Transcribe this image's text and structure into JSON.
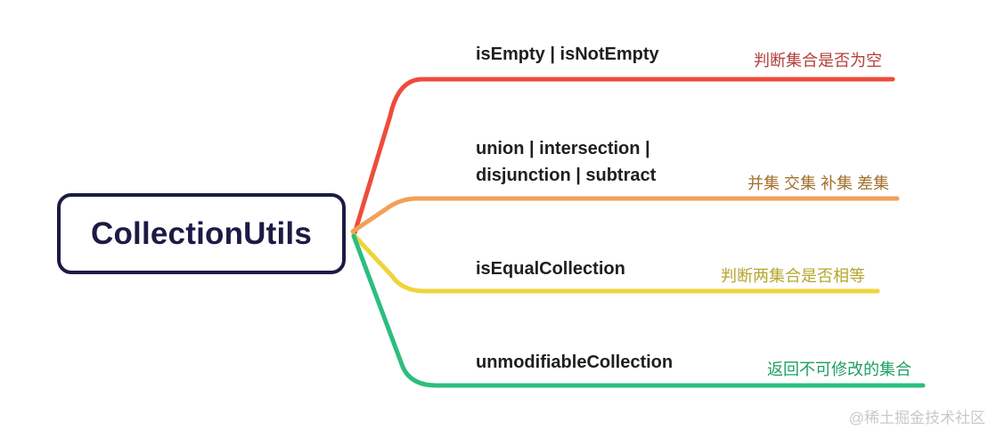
{
  "page": {
    "background_color": "#ffffff",
    "watermark": "@稀土掘金技术社区",
    "watermark_color": "#c9c9c9"
  },
  "root": {
    "label": "CollectionUtils",
    "border_color": "#1b1b45",
    "text_color": "#1b1b45"
  },
  "branches": [
    {
      "id": "is-empty",
      "label": "isEmpty | isNotEmpty",
      "note": "判断集合是否为空",
      "line_color": "#ed4c3b",
      "note_color": "#b13f3b"
    },
    {
      "id": "union-intersection",
      "label": "union | intersection |\ndisjunction | subtract",
      "note": "并集 交集 补集 差集",
      "line_color": "#f2a158",
      "note_color": "#a2702c"
    },
    {
      "id": "is-equal-collection",
      "label": "isEqualCollection",
      "note": "判断两集合是否相等",
      "line_color": "#efd43a",
      "note_color": "#b5a72e"
    },
    {
      "id": "unmodifiable-collection",
      "label": "unmodifiableCollection",
      "note": "返回不可修改的集合",
      "line_color": "#2cbe7e",
      "note_color": "#1f9e63"
    }
  ]
}
